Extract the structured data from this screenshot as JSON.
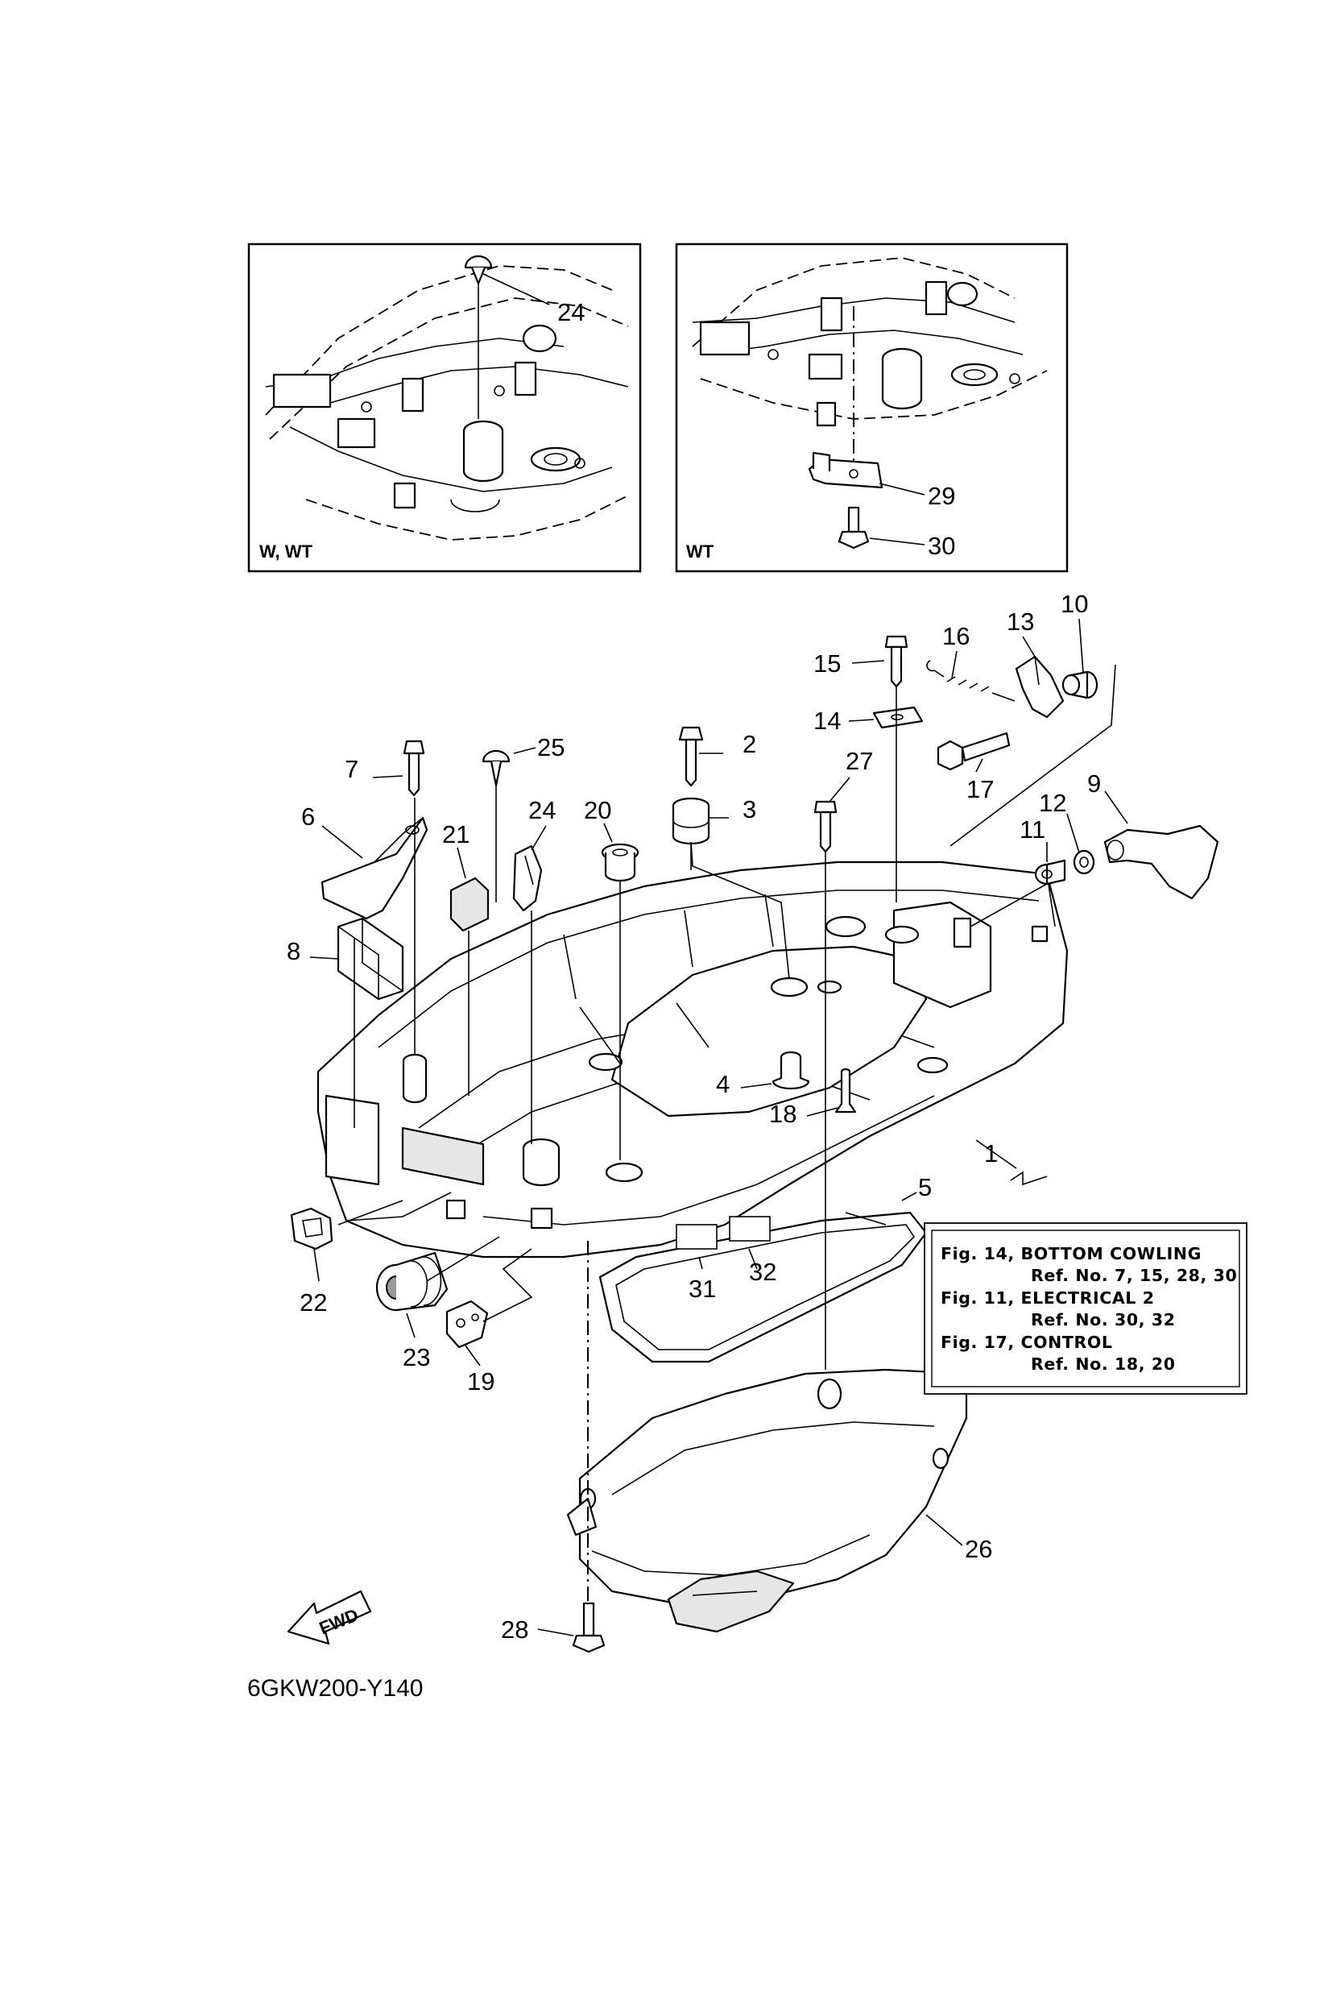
{
  "insets": [
    {
      "caption": "W, WT",
      "callouts": [
        "24"
      ]
    },
    {
      "caption": "WT",
      "callouts": [
        "29",
        "30"
      ]
    }
  ],
  "callouts": [
    "1",
    "2",
    "3",
    "4",
    "5",
    "6",
    "7",
    "8",
    "9",
    "10",
    "11",
    "12",
    "13",
    "14",
    "15",
    "16",
    "17",
    "18",
    "19",
    "20",
    "21",
    "22",
    "23",
    "24",
    "25",
    "26",
    "27",
    "28",
    "31",
    "32"
  ],
  "reference_note": {
    "lines": [
      {
        "fig": "Fig. 14, BOTTOM COWLING",
        "ref": "Ref. No. 7, 15, 28, 30"
      },
      {
        "fig": "Fig. 11, ELECTRICAL 2",
        "ref": "Ref. No. 30, 32"
      },
      {
        "fig": "Fig. 17, CONTROL",
        "ref": "Ref. No. 18, 20"
      }
    ]
  },
  "fwd_label": "FWD",
  "diagram_code": "6GKW200-Y140"
}
